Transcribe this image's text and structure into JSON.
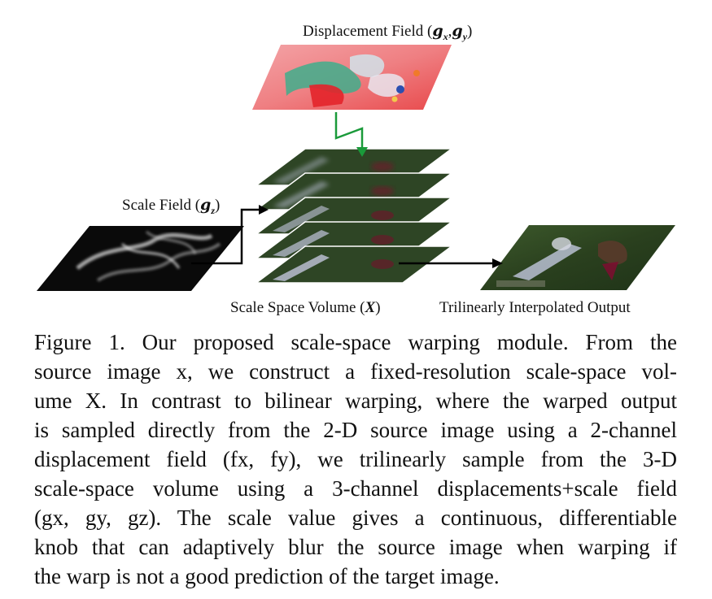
{
  "figure": {
    "labels": {
      "displacement_field": "Displacement Field (",
      "displacement_vars": [
        "g",
        "x",
        ",",
        "g",
        "y",
        ")"
      ],
      "scale_field": "Scale Field (",
      "scale_vars": [
        "g",
        "z",
        ")"
      ],
      "scale_space_volume": "Scale Space Volume (",
      "scale_space_var": "X",
      "scale_space_close": ")",
      "output": "Trilinearly Interpolated Output"
    },
    "colors": {
      "arrow_green": "#1a9a3a",
      "arrow_black": "#000000",
      "displacement_red": "#e8484a",
      "displacement_teal": "#3fae8c",
      "grass_green": "#2f4a22"
    }
  },
  "caption": {
    "lines": [
      "Figure 1. Our proposed scale-space warping module. From the",
      "source image x, we construct a fixed-resolution scale-space vol-",
      "ume X. In contrast to bilinear warping, where the warped output",
      "is sampled directly from the 2-D source image using a 2-channel",
      "displacement field (fx, fy), we trilinearly sample from the 3-D",
      "scale-space volume using a 3-channel displacements+scale field",
      "(gx, gy, gz). The scale value gives a continuous, differentiable",
      "knob that can adaptively blur the source image when warping if",
      "the warp is not a good prediction of the target image."
    ]
  }
}
